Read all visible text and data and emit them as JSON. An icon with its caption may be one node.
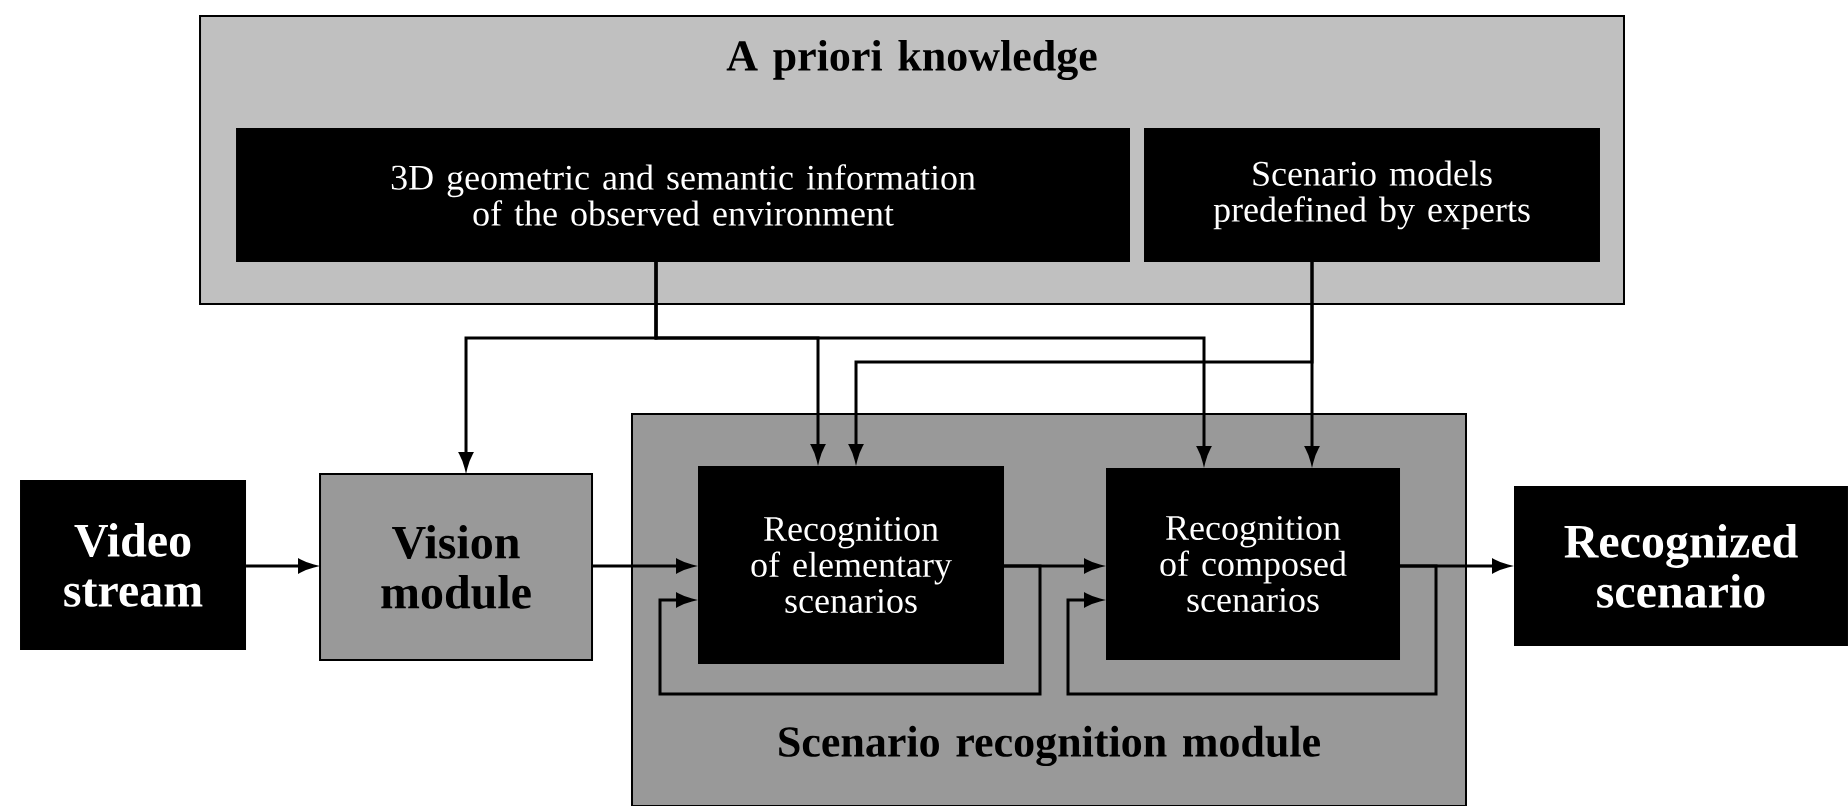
{
  "diagram": {
    "nodes": [
      {
        "text": [
          "A priori knowledge"
        ]
      },
      {
        "text": [
          "3D geometric and semantic information of the observed environment"
        ],
        "in": 0
      },
      {
        "text": [
          "Scenario models predefined by experts"
        ],
        "in": 0
      },
      {
        "text": [
          "Video stream"
        ]
      },
      {
        "text": [
          "Vision module"
        ]
      },
      {
        "text": [
          "Scenario recognition module"
        ]
      },
      {
        "text": [
          "Recognition of elementary scenarios"
        ],
        "in": 5
      },
      {
        "text": [
          "Recognition of composed scenarios"
        ],
        "in": 5
      },
      {
        "text": [
          "Recognized scenario"
        ]
      }
    ],
    "edges": [
      {
        "from": 1,
        "to": 4,
        "arrow": "to"
      },
      {
        "from": 1,
        "to": 6,
        "arrow": "to"
      },
      {
        "from": 1,
        "to": 7,
        "arrow": "to"
      },
      {
        "from": 2,
        "to": 6,
        "arrow": "to"
      },
      {
        "from": 2,
        "to": 7,
        "arrow": "to"
      },
      {
        "from": 3,
        "to": 4,
        "arrow": "to"
      },
      {
        "from": 4,
        "to": 6,
        "arrow": "to"
      },
      {
        "from": 6,
        "to": 7,
        "arrow": "to"
      },
      {
        "from": 7,
        "to": 8,
        "arrow": "to"
      },
      {
        "from": 6,
        "to": 6,
        "arrow": "to"
      },
      {
        "from": 7,
        "to": 7,
        "arrow": "to"
      }
    ]
  }
}
